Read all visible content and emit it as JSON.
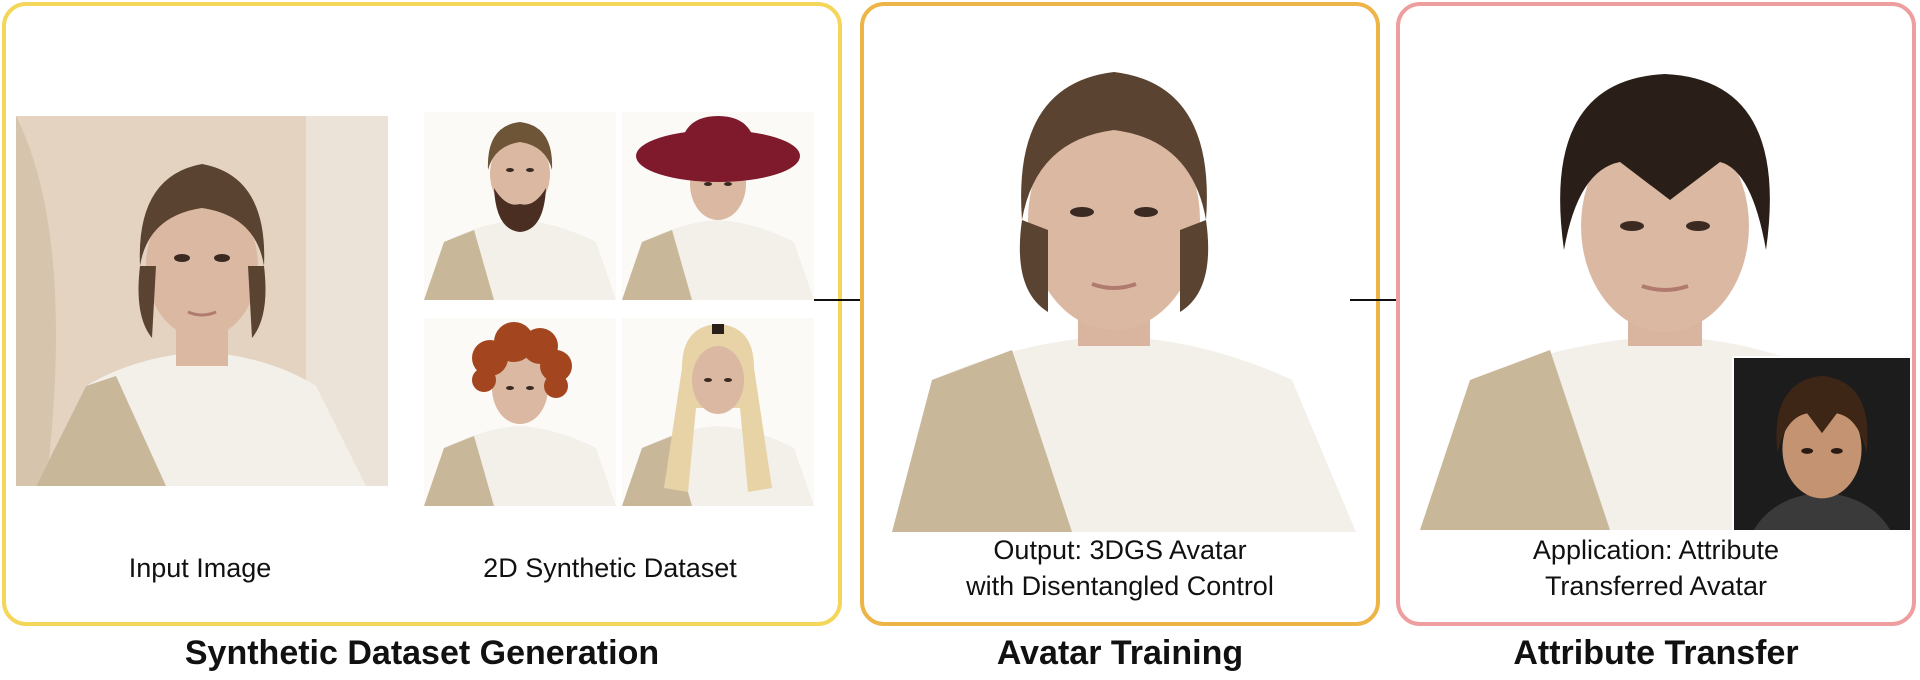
{
  "panels": {
    "synthetic": {
      "input_caption": "Input Image",
      "dataset_caption": "2D Synthetic Dataset",
      "title": "Synthetic Dataset Generation",
      "border_color": "#f4d65a"
    },
    "training": {
      "caption_line1": "Output: 3DGS Avatar",
      "caption_line2": "with Disentangled Control",
      "title": "Avatar Training",
      "border_color": "#edb548"
    },
    "transfer": {
      "caption_line1": "Application: Attribute",
      "caption_line2": "Transferred Avatar",
      "title": "Attribute Transfer",
      "border_color": "#ee9e9e"
    }
  },
  "colors": {
    "beige_jacket": "#c9b79a",
    "white_shirt": "#f3f0ea",
    "skin": "#dbb8a2",
    "hair_brown": "#5a4330",
    "hat_red": "#7e1a2b",
    "hair_red": "#a3461f",
    "hair_blonde": "#e7d3a6",
    "hair_dark": "#2a1f18"
  }
}
